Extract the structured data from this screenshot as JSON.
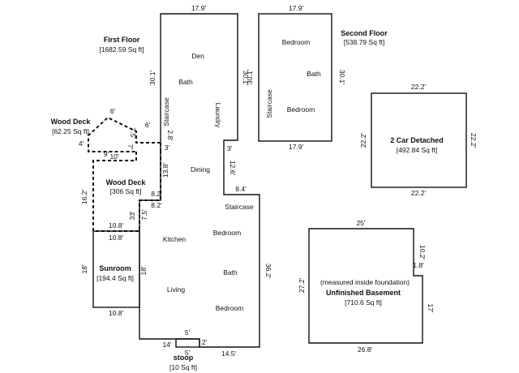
{
  "first_floor": {
    "title": "First Floor",
    "area": "[1682.59 Sq ft]",
    "rooms": {
      "den": "Den",
      "bath_upper": "Bath",
      "staircase_left": "Staircase",
      "laundry": "Laundry",
      "dining": "Dining",
      "staircase_right": "Staircase",
      "kitchen": "Kitchen",
      "bedroom_1": "Bedroom",
      "bath_lower": "Bath",
      "living": "Living",
      "bedroom_2": "Bedroom"
    },
    "dims": {
      "top": "17.9'",
      "left_upper": "30.1'",
      "right_upper": "30.1'",
      "dim_3_a": "3'",
      "dim_12_6": "12.6'",
      "dim_8_4": "8.4'",
      "dim_3_b": "3'",
      "dim_13_8": "13.8'",
      "dim_8_2_a": "8.2'",
      "dim_8_2_b": "8.2'",
      "dim_7_5_inner": "7.5'",
      "dim_33": "33'",
      "right_lower": "36.2'",
      "dim_18_inner": "18'",
      "dim_5_a": "5'",
      "dim_2": "2'",
      "dim_14": "14'",
      "dim_5_b": "5'",
      "bottom": "14.5'"
    }
  },
  "second_floor": {
    "title": "Second Floor",
    "area": "[538.79 Sq ft]",
    "rooms": {
      "bedroom_1": "Bedroom",
      "bath": "Bath",
      "bedroom_2": "Bedroom",
      "staircase": "Staircase"
    },
    "dims": {
      "top": "17.9'",
      "bottom": "17.9'",
      "left": "30.1'",
      "right": "30.1'"
    }
  },
  "wood_deck_small": {
    "title": "Wood Deck",
    "area": "[62.25 Sq ft]",
    "dims": {
      "top": "6'",
      "right_top": "6'",
      "diag": "7.5'",
      "side": "7'",
      "left": "4'",
      "bottom": "9'",
      "s2_8": "2.8'"
    }
  },
  "wood_deck_large": {
    "title": "Wood Deck",
    "area": "[306 Sq ft]",
    "dims": {
      "top": "10'",
      "left": "16.2'",
      "bottom": "10.8'"
    }
  },
  "sunroom": {
    "title": "Sunroom",
    "area": "[194.4 Sq ft]",
    "dims": {
      "top": "10.8'",
      "left": "18'",
      "bottom": "10.8'"
    }
  },
  "garage": {
    "title": "2 Car Detached",
    "area": "[492.84 Sq ft]",
    "dims": {
      "top": "22.2'",
      "bottom": "22.2'",
      "left": "22.2'",
      "right": "22.2'"
    }
  },
  "basement": {
    "note": "(measured inside foundation)",
    "title": "Unfinished Basement",
    "area": "[710.6 Sq ft]",
    "dims": {
      "top": "25'",
      "notch_top": "10.2'",
      "notch_side": "1.8'",
      "right": "17'",
      "left": "27.2'",
      "bottom": "26.8'"
    }
  },
  "stoop": {
    "title": "stoop",
    "area": "[10 Sq ft]"
  }
}
